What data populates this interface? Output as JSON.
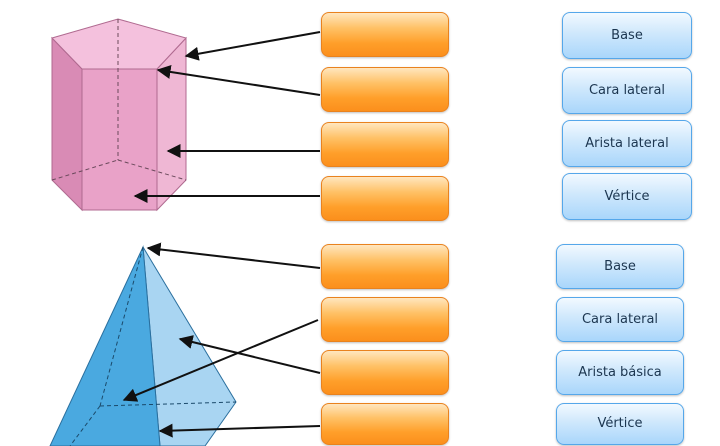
{
  "prism_labels": [
    "Base",
    "Cara lateral",
    "Arista lateral",
    "Vértice"
  ],
  "pyramid_labels": [
    "Base",
    "Cara lateral",
    "Arista básica",
    "Vértice"
  ],
  "colors": {
    "prism_fill": "#e9a2c8",
    "prism_edge": "#b06a90",
    "pyramid_fill": "#4aa9e0",
    "pyramid_edge": "#2a6f9e",
    "answer_slot": "#fca03a",
    "label_chip": "#bfe1fb"
  }
}
